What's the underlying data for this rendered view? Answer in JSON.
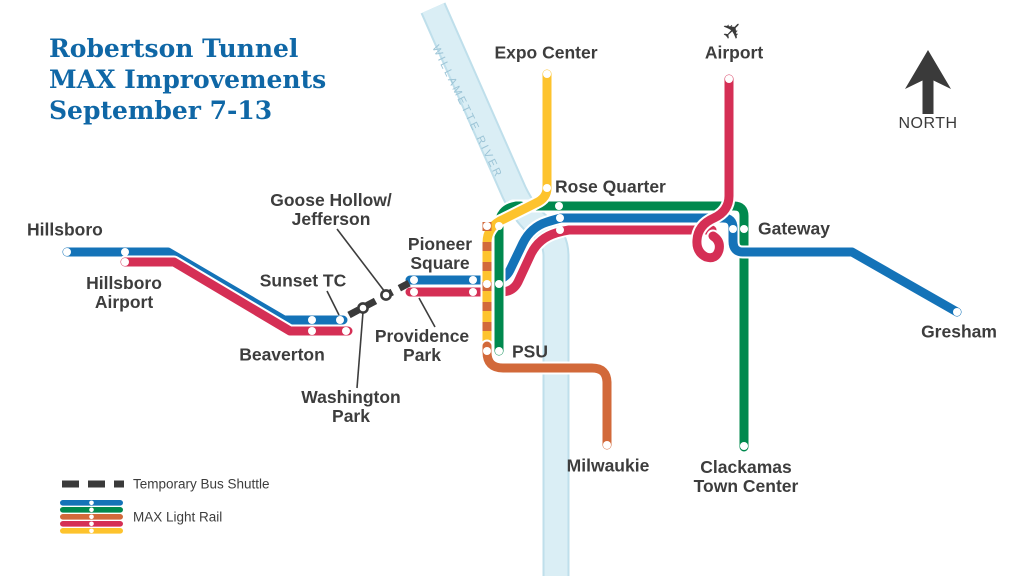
{
  "title": {
    "line1": "Robertson Tunnel",
    "line2": "MAX Improvements",
    "line3": "September 7-13"
  },
  "compass": {
    "label": "NORTH"
  },
  "river": {
    "label": "WILLAMETTE RIVER"
  },
  "icons": {
    "airplane": "✈"
  },
  "stations": {
    "hillsboro": "Hillsboro",
    "hillsboro_airport": "Hillsboro\nAirport",
    "beaverton": "Beaverton",
    "sunset_tc": "Sunset TC",
    "goose_hollow": "Goose Hollow/\nJefferson",
    "washington_park": "Washington\nPark",
    "providence_park": "Providence\nPark",
    "pioneer_square": "Pioneer\nSquare",
    "psu": "PSU",
    "expo_center": "Expo Center",
    "airport": "Airport",
    "rose_quarter": "Rose Quarter",
    "gateway": "Gateway",
    "gresham": "Gresham",
    "milwaukie": "Milwaukie",
    "clackamas_town_center": "Clackamas\nTown Center"
  },
  "legend": {
    "shuttle_label": "Temporary Bus Shuttle",
    "max_label": "MAX Light Rail"
  },
  "colors": {
    "blue": "#1473b8",
    "red": "#d52f55",
    "green": "#00894e",
    "yellow": "#fdc32d",
    "orange": "#d2693a",
    "dark": "#3a3a3a",
    "label": "#3d3d3d",
    "title": "#0f67a6",
    "river_fill": "#daeef5",
    "river_edge": "#bfdfeb",
    "river_text": "#9cc4d6"
  }
}
